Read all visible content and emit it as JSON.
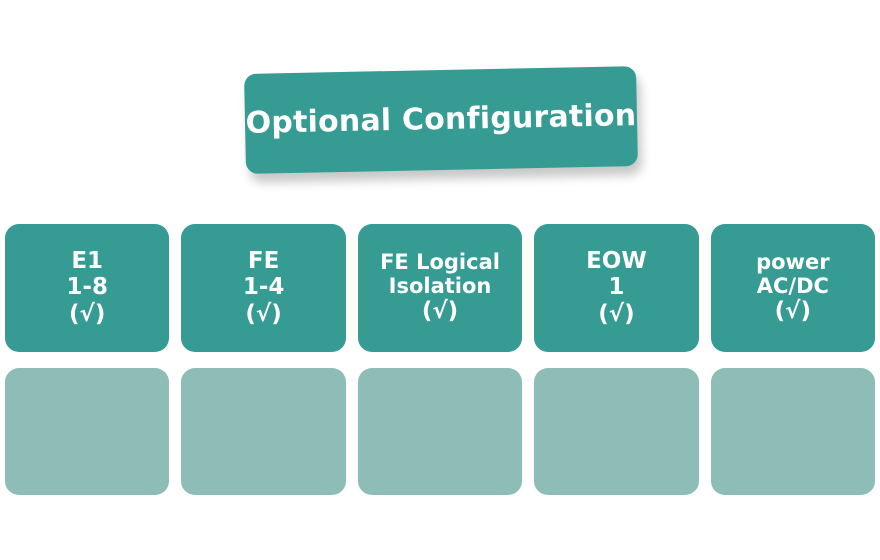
{
  "diagram": {
    "title": "Optional Configuration",
    "colors": {
      "banner": "#369b93",
      "card_top": "#369b93",
      "card_bottom": "#8ebcb6",
      "text": "#ffffff",
      "background": "#ffffff"
    },
    "cards": [
      {
        "line1": "E1",
        "line2": "1-8",
        "check": "(√)"
      },
      {
        "line1": "FE",
        "line2": "1-4",
        "check": "(√)"
      },
      {
        "line1": "FE Logical",
        "line2": "Isolation",
        "check": "(√)"
      },
      {
        "line1": "EOW",
        "line2": "1",
        "check": "(√)"
      },
      {
        "line1": "power",
        "line2": "AC/DC",
        "check": "(√)"
      }
    ],
    "placeholders": [
      {
        "label": ""
      },
      {
        "label": ""
      },
      {
        "label": ""
      },
      {
        "label": ""
      },
      {
        "label": ""
      }
    ]
  }
}
